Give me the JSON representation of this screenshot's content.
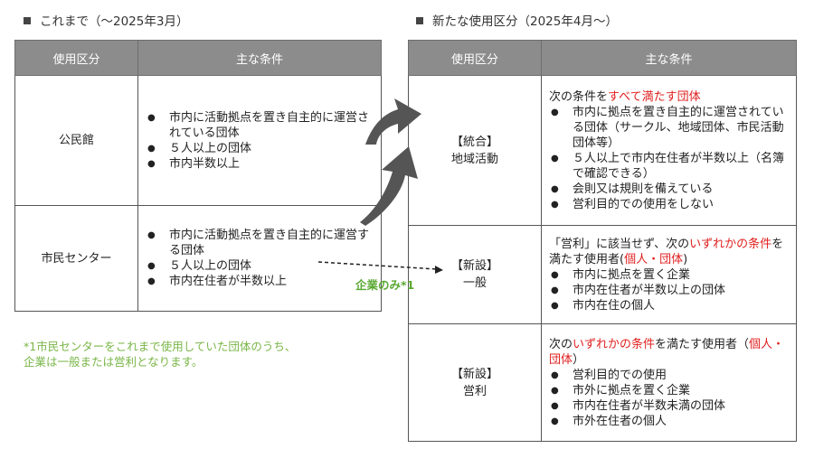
{
  "left": {
    "heading": "これまで（～2025年3月）",
    "header": {
      "col1": "使用区分",
      "col2": "主な条件"
    },
    "rows": [
      {
        "kind": "公民館",
        "items": [
          "市内に活動拠点を置き自主的に運営されている団体",
          "５人以上の団体",
          "市内半数以上"
        ]
      },
      {
        "kind": "市民センター",
        "items": [
          "市内に活動拠点を置き自主的に運営する団体",
          "５人以上の団体",
          "市内在住者が半数以上"
        ]
      }
    ]
  },
  "right": {
    "heading": "新たな使用区分（2025年4月～）",
    "header": {
      "col1": "使用区分",
      "col2": "主な条件"
    },
    "rows": [
      {
        "kind_line1": "【統合】",
        "kind_line2": "地域活動",
        "lead_pre": "次の条件を",
        "lead_red": "すべて満たす団体",
        "lead_post": "",
        "items": [
          "市内に拠点を置き自主的に運営されている団体（サークル、地域団体、市民活動団体等）",
          "５人以上で市内在住者が半数以上（名簿で確認できる）",
          "会則又は規則を備えている",
          "営利目的での使用をしない"
        ]
      },
      {
        "kind_line1": "【新設】",
        "kind_line2": "一般",
        "lead_pre": "「営利」に該当せず、次の",
        "lead_red": "いずれかの条件",
        "lead_mid": "を満たす使用者(",
        "lead_red2": "個人・団体",
        "lead_post": ")",
        "items": [
          "市内に拠点を置く企業",
          "市内在住者が半数以上の団体",
          "市内在住の個人"
        ]
      },
      {
        "kind_line1": "【新設】",
        "kind_line2": "営利",
        "lead_pre": "次の",
        "lead_red": "いずれかの条件",
        "lead_mid": "を満たす使用者（",
        "lead_red2": "個人・団体",
        "lead_post": "）",
        "items": [
          "営利目的での使用",
          "市外に拠点を置く企業",
          "市内在住者が半数未満の団体",
          "市外在住者の個人"
        ]
      }
    ]
  },
  "arrow_label": "企業のみ*1",
  "note": {
    "line1_pre": "*1",
    "line1": "市民センターをこれまで使用していた団体のうち、",
    "line2": "企業は一般または営利となります。"
  },
  "colors": {
    "header_bg": "#8c8c8c",
    "red": "#e02020",
    "green": "#7ab648",
    "arrow": "#555555"
  }
}
